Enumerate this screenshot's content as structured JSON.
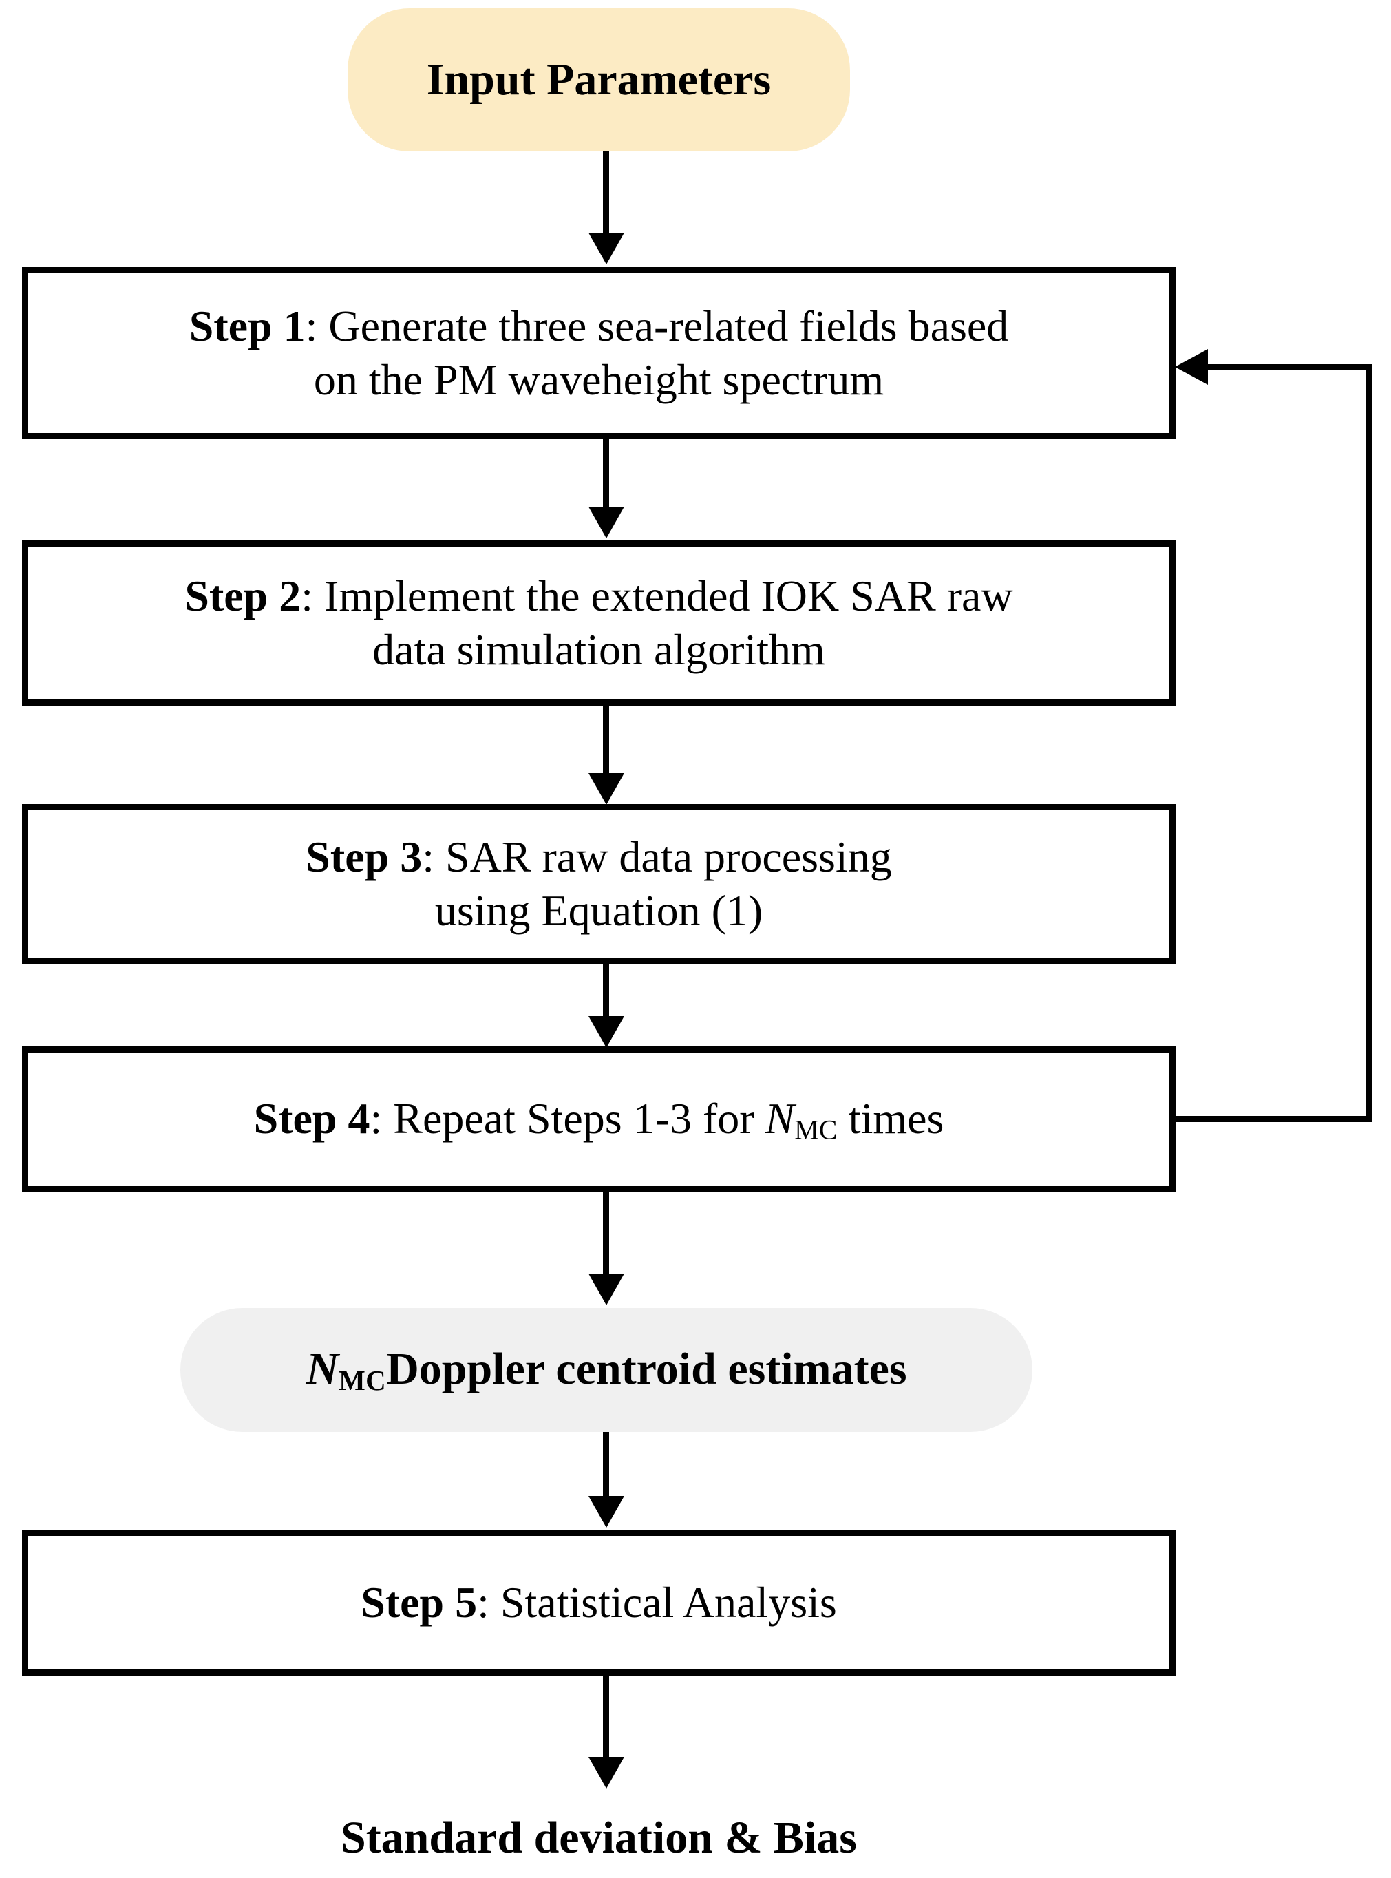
{
  "diagram": {
    "title": "SAR Monte-Carlo Doppler centroid simulation flowchart",
    "colors": {
      "start_node_fill": "#FCEBC4",
      "intermediate_node_fill": "#F0F0F0",
      "box_stroke": "#000000",
      "page_background": "#FFFFFF",
      "text": "#000000"
    },
    "nodes": [
      {
        "id": "input-parameters",
        "shape": "rounded-rectangle",
        "fill": "#FCEBC4",
        "text": "Input Parameters",
        "bold": true
      },
      {
        "id": "step-1",
        "shape": "rectangle",
        "fill": "#FFFFFF",
        "label": "Step 1",
        "separator": ": ",
        "body_line_1": "Generate three sea-related fields based",
        "body_line_2": "on the PM waveheight spectrum",
        "full_text": "Step 1: Generate three sea-related fields based on the PM waveheight spectrum"
      },
      {
        "id": "step-2",
        "shape": "rectangle",
        "fill": "#FFFFFF",
        "label": "Step 2",
        "separator": ": ",
        "body_line_1": "Implement the extended IOK SAR raw",
        "body_line_2": "data simulation algorithm",
        "full_text": "Step 2: Implement the extended IOK SAR raw data simulation algorithm"
      },
      {
        "id": "step-3",
        "shape": "rectangle",
        "fill": "#FFFFFF",
        "label": "Step 3",
        "separator": ": ",
        "body_line_1": "SAR raw data processing",
        "body_line_2": "using Equation (1)",
        "full_text": "Step 3: SAR raw data processing using Equation (1)"
      },
      {
        "id": "step-4",
        "shape": "rectangle",
        "fill": "#FFFFFF",
        "label": "Step 4",
        "separator": ": ",
        "body_before_symbol": "Repeat Steps 1-3 for ",
        "symbol_base": "N",
        "symbol_subscript": "MC",
        "body_after_symbol": " times",
        "full_text": "Step 4: Repeat Steps 1-3 for N_MC times"
      },
      {
        "id": "doppler-centroid-estimates",
        "shape": "rounded-rectangle",
        "fill": "#F0F0F0",
        "symbol_base": "N",
        "symbol_subscript": "MC",
        "body": "Doppler centroid estimates",
        "bold": true,
        "full_text": "N_MC Doppler centroid estimates"
      },
      {
        "id": "step-5",
        "shape": "rectangle",
        "fill": "#FFFFFF",
        "label": "Step 5",
        "separator": ": ",
        "body_line_1": "Statistical Analysis",
        "full_text": "Step 5: Statistical Analysis"
      },
      {
        "id": "output",
        "shape": "none",
        "text": "Standard deviation & Bias",
        "bold": true
      }
    ],
    "edges": [
      {
        "id": "edge-input-to-step1",
        "from": "input-parameters",
        "to": "step-1",
        "type": "straight-down",
        "arrowhead": "down"
      },
      {
        "id": "edge-step1-to-step2",
        "from": "step-1",
        "to": "step-2",
        "type": "straight-down",
        "arrowhead": "down"
      },
      {
        "id": "edge-step2-to-step3",
        "from": "step-2",
        "to": "step-3",
        "type": "straight-down",
        "arrowhead": "down"
      },
      {
        "id": "edge-step3-to-step4",
        "from": "step-3",
        "to": "step-4",
        "type": "straight-down",
        "arrowhead": "down"
      },
      {
        "id": "edge-step4-to-doppler",
        "from": "step-4",
        "to": "doppler-centroid-estimates",
        "type": "straight-down",
        "arrowhead": "down"
      },
      {
        "id": "edge-doppler-to-step5",
        "from": "doppler-centroid-estimates",
        "to": "step-5",
        "type": "straight-down",
        "arrowhead": "down"
      },
      {
        "id": "edge-step5-to-output",
        "from": "step-5",
        "to": "output",
        "type": "straight-down",
        "arrowhead": "down"
      },
      {
        "id": "edge-feedback-step4-to-step1",
        "from": "step-4",
        "to": "step-1",
        "type": "right-side-loop",
        "arrowhead": "left"
      }
    ]
  }
}
